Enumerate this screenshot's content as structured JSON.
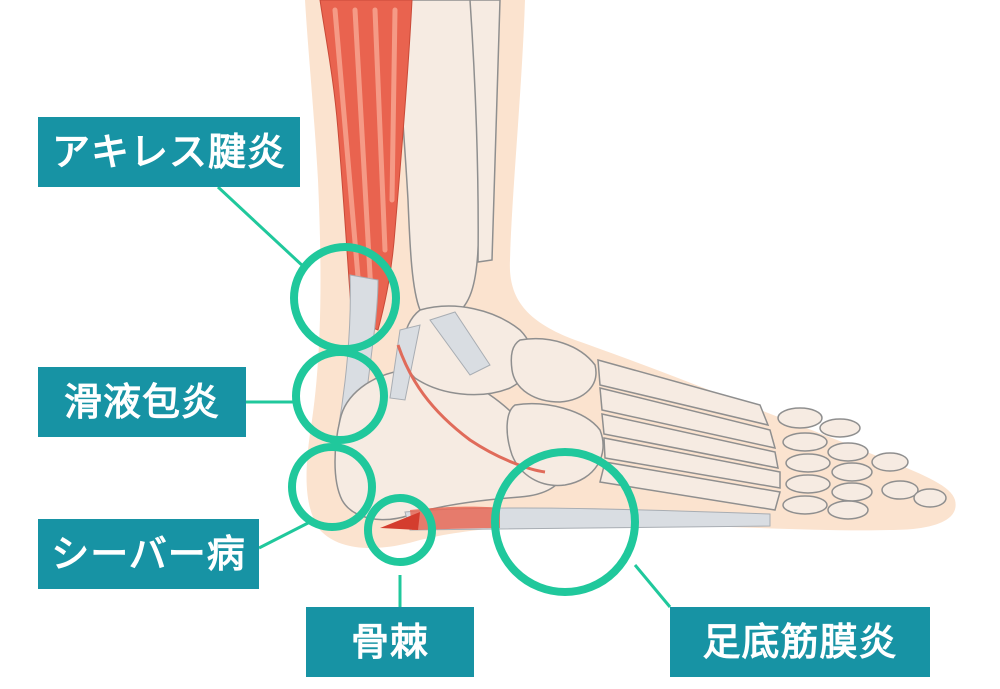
{
  "labels": {
    "achilles_tendinitis": "アキレス腱炎",
    "bursitis": "滑液包炎",
    "sever_disease": "シーバー病",
    "bone_spur": "骨棘",
    "plantar_fasciitis": "足底筋膜炎"
  },
  "colors": {
    "label_bg": "#1793a4",
    "marker": "#20c89c",
    "skin": "#fbe3cf",
    "bone": "#f6ebe2",
    "muscle": "#e9634f",
    "tendon": "#d9dde2"
  }
}
